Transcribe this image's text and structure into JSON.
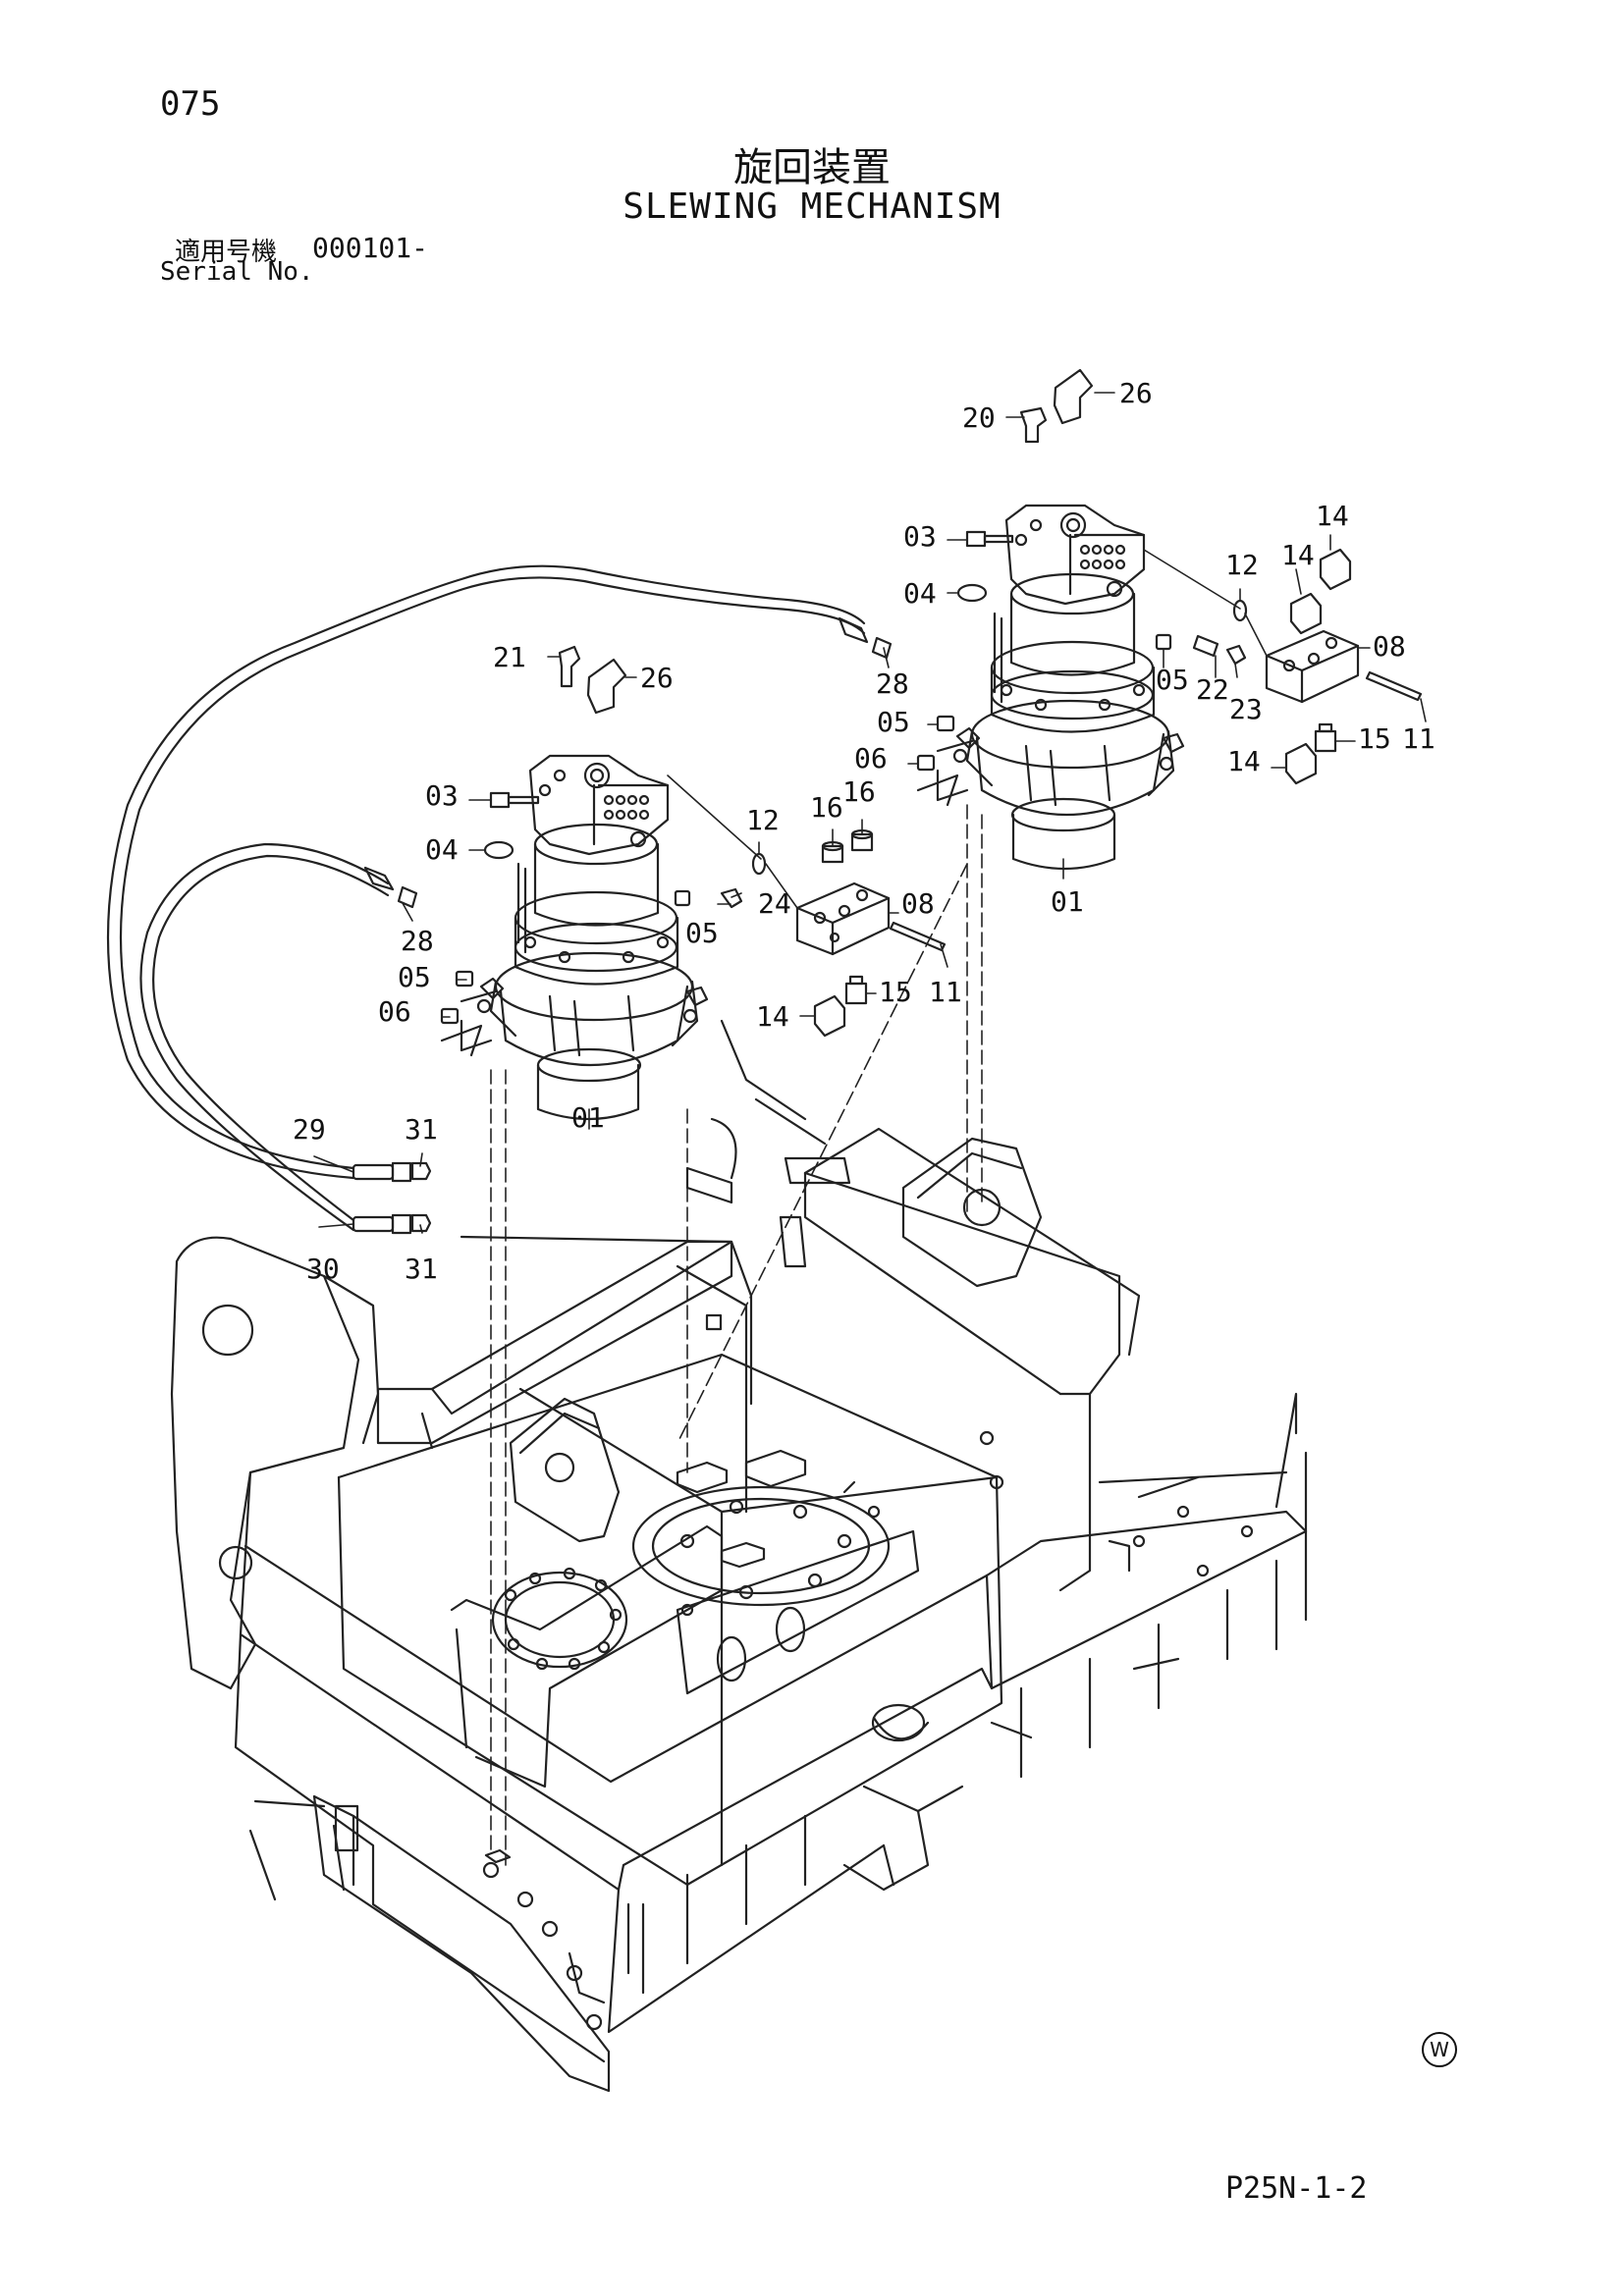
{
  "page_number": "075",
  "title_ja": "旋回装置",
  "title_en": "SLEWING MECHANISM",
  "serial": {
    "label_ja": "適用号機",
    "label_en": "Serial No.",
    "value": "000101-"
  },
  "footer_code": "P25N-1-2",
  "mark_symbol": "W",
  "callouts": {
    "c01_left": "01",
    "c01_right": "01",
    "c03_left": "03",
    "c03_right": "03",
    "c04_left": "04",
    "c04_right": "04",
    "c05_left_a": "05",
    "c05_left_b": "05",
    "c05_right_a": "05",
    "c05_right_b": "05",
    "c06_left": "06",
    "c06_right": "06",
    "c08_left": "08",
    "c08_right": "08",
    "c11_left": "11",
    "c11_right": "11",
    "c12_left": "12",
    "c12_right": "12",
    "c14_left": "14",
    "c14_right_a": "14",
    "c14_right_b": "14",
    "c14_right_c": "14",
    "c15_left": "15",
    "c15_right": "15",
    "c16_a": "16",
    "c16_b": "16",
    "c20": "20",
    "c21": "21",
    "c22": "22",
    "c23": "23",
    "c24": "24",
    "c26_left": "26",
    "c26_right": "26",
    "c28_left": "28",
    "c28_right": "28",
    "c29": "29",
    "c30": "30",
    "c31_a": "31",
    "c31_b": "31"
  }
}
